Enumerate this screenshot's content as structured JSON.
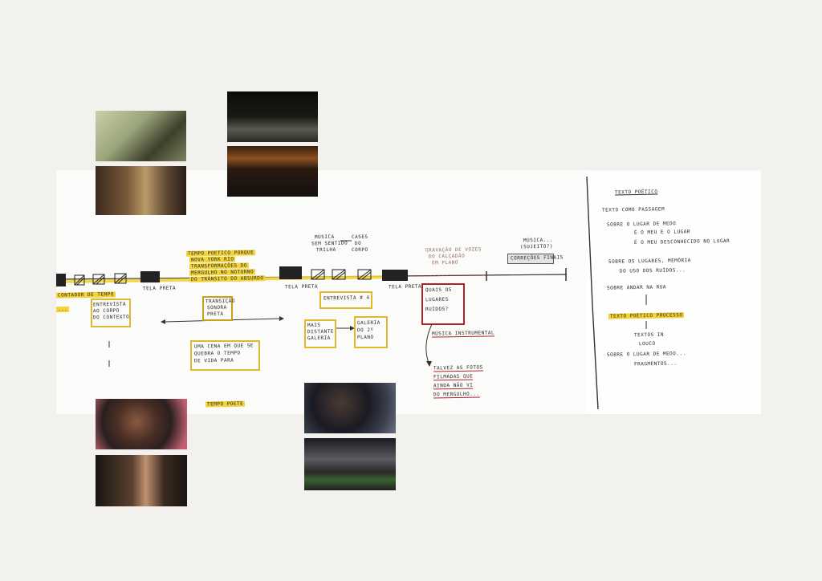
{
  "timeline": {
    "left_notes": [
      "CONTADOR DE TEMPO",
      "..."
    ],
    "marker_labels": [
      "TELA PRETA",
      "TELA PRETA",
      "TELA PRETA"
    ],
    "highlight_top": [
      "TEMPO POETICO PORQUE",
      "NOVA YORK RIO",
      "TRANSFORMAÇÕES DO",
      "MERGULHO NO NOTURNO",
      "DO TRÂNSITO DO ABSURDO"
    ],
    "music_note": [
      "MÚSICA",
      "SEM SENTIDO",
      "TRILHA"
    ],
    "music_note_right": [
      "CASES",
      "DO",
      "CORPO"
    ],
    "faded_notes": [
      "GRAVAÇÃO DE VOZES",
      "DO CALÇADÃO",
      "EM PLANO"
    ],
    "grey_box": "CORREÇÕES FINAIS",
    "grey_above": [
      "MÚSICA...",
      "(SUJEITO?)"
    ],
    "boxes": {
      "entrevista1": [
        "ENTREVISTA",
        "AO CORPO",
        "DO CONTEXTO"
      ],
      "transicao": [
        "TRANSIÇÃO",
        "SONORA",
        "PRETA"
      ],
      "entrevista4": "ENTREVISTA # 4",
      "bottom_left": [
        "UMA CENA EM QUE SE",
        "QUEBRA O TEMPO",
        "DE VIDA PARA"
      ],
      "mais_distante": [
        "MAIS",
        "DISTANTE",
        "GALERIA"
      ],
      "galeria": [
        "GALERIA",
        "DO 2º",
        "PLANO"
      ],
      "red": [
        "QUAIS OS",
        "LUGARES",
        "RUÍDOS?"
      ]
    },
    "musica_instrumental": "MÚSICA INSTRUMENTAL",
    "red_list": [
      "TALVEZ AS FOTOS",
      "FILMADAS QUE",
      "AINDA NÃO VI",
      "DO MERGULHO..."
    ],
    "bottom_highlight": "TEMPO POETE"
  },
  "right_panel": {
    "title": "TEXTO POÉTICO",
    "items": [
      "TEXTO COMO PASSAGEM",
      "SOBRE O LUGAR DE MEDO",
      "É O MEU E O LUGAR",
      "É O MEU DESCONHECIDO NO LUGAR",
      "SOBRE OS LUGARES, MEMÓRIA",
      "DO USO DOS RUÍDOS...",
      "SOBRE ANDAR NA RUA",
      "TEXTO POÉTICO PROCESSO",
      "TEXTOS IN",
      "LOUCO",
      "SOBRE O LUGAR DE MEDO...",
      "FRAGMENTOS..."
    ]
  },
  "colors": {
    "highlight": "#f2d33a",
    "red_ink": "#b3202a",
    "ink": "#2a2a2a"
  }
}
